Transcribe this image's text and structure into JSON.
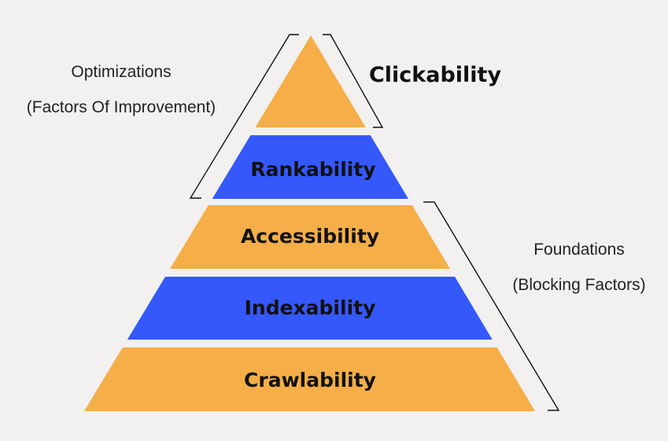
{
  "pyramid": {
    "tiers": [
      {
        "label": "Clickability",
        "color": "#f5ae48"
      },
      {
        "label": "Rankability",
        "color": "#3558fb"
      },
      {
        "label": "Accessibility",
        "color": "#f5ae48"
      },
      {
        "label": "Indexability",
        "color": "#3558fb"
      },
      {
        "label": "Crawlability",
        "color": "#f5ae48"
      }
    ]
  },
  "annotations": {
    "optimizations": {
      "title": "Optimizations",
      "subtitle": "(Factors Of Improvement)"
    },
    "foundations": {
      "title": "Foundations",
      "subtitle": "(Blocking Factors)"
    }
  }
}
